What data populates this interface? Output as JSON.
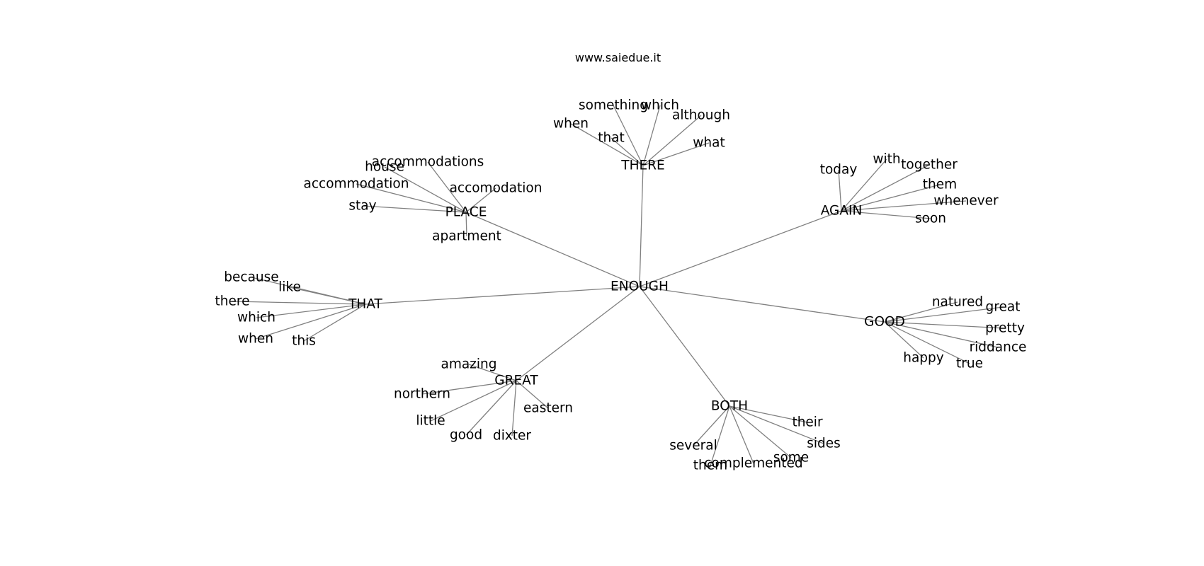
{
  "caption": "www.saiedue.it",
  "colors": {
    "edge": "#808080",
    "text": "#000000",
    "background": "#ffffff"
  },
  "graph": {
    "root": "ENOUGH",
    "hubs": [
      {
        "id": "there",
        "label": "THERE",
        "words": [
          "something",
          "which",
          "although",
          "when",
          "that",
          "what"
        ]
      },
      {
        "id": "place",
        "label": "PLACE",
        "words": [
          "accommodations",
          "house",
          "accommodation",
          "accomodation",
          "stay",
          "apartment"
        ]
      },
      {
        "id": "again",
        "label": "AGAIN",
        "words": [
          "today",
          "with",
          "together",
          "them",
          "whenever",
          "soon"
        ]
      },
      {
        "id": "that",
        "label": "THAT",
        "words": [
          "because",
          "like",
          "there",
          "which",
          "when",
          "this"
        ]
      },
      {
        "id": "good",
        "label": "GOOD",
        "words": [
          "natured",
          "great",
          "pretty",
          "riddance",
          "happy",
          "true"
        ]
      },
      {
        "id": "great",
        "label": "GREAT",
        "words": [
          "amazing",
          "northern",
          "eastern",
          "little",
          "good",
          "dixter"
        ]
      },
      {
        "id": "both",
        "label": "BOTH",
        "words": [
          "their",
          "sides",
          "several",
          "some",
          "complemented",
          "them"
        ]
      }
    ]
  }
}
